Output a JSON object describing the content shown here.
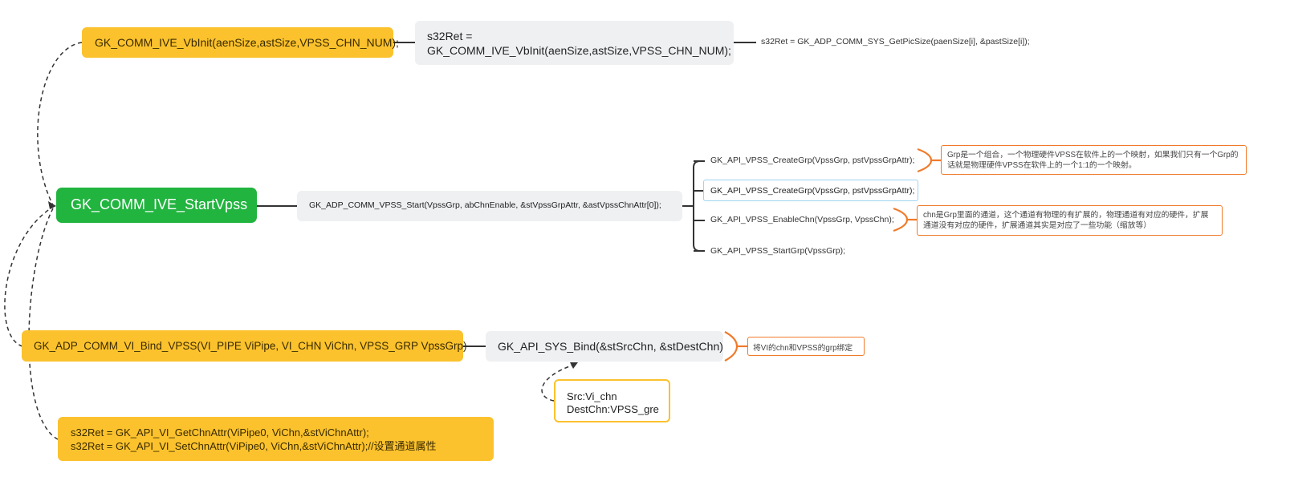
{
  "nodes": {
    "vbinit": "GK_COMM_IVE_VbInit(aenSize,astSize,VPSS_CHN_NUM);",
    "s32ret_vbinit": "s32Ret =\nGK_COMM_IVE_VbInit(aenSize,astSize,VPSS_CHN_NUM);",
    "getpicsize": "s32Ret = GK_ADP_COMM_SYS_GetPicSize(paenSize[i], &pastSize[i]);",
    "startvpss": "GK_COMM_IVE_StartVpss",
    "vpss_start": "GK_ADP_COMM_VPSS_Start(VpssGrp, abChnEnable, &stVpssGrpAttr, &astVpssChnAttr[0]);",
    "creategrp_1": "GK_API_VPSS_CreateGrp(VpssGrp, pstVpssGrpAttr);",
    "creategrp_2": "GK_API_VPSS_CreateGrp(VpssGrp, pstVpssGrpAttr);",
    "enablechn": "GK_API_VPSS_EnableChn(VpssGrp, VpssChn);",
    "startgrp": "GK_API_VPSS_StartGrp(VpssGrp);",
    "vi_bind_vpss": "GK_ADP_COMM_VI_Bind_VPSS(VI_PIPE ViPipe, VI_CHN ViChn, VPSS_GRP VpssGrp)",
    "sys_bind": "GK_API_SYS_Bind(&stSrcChn, &stDestChn)",
    "src_dest": "Src:Vi_chn\nDestChn:VPSS_gre",
    "chn_attr": "s32Ret = GK_API_VI_GetChnAttr(ViPipe0, ViChn,&stViChnAttr);\ns32Ret = GK_API_VI_SetChnAttr(ViPipe0, ViChn,&stViChnAttr);//设置通道属性"
  },
  "notes": {
    "grp_note": "Grp是一个组合，一个物理硬件VPSS在软件上的一个映射，如果我们只有一个Grp的话就是物理硬件VPSS在软件上的一个1:1的一个映射。",
    "chn_note": "chn是Grp里面的通道，这个通道有物理的有扩展的，物理通道有对应的硬件，扩展通道没有对应的硬件，扩展通道其实是对应了一些功能（缩放等）",
    "bind_note": "将VI的chn和VPSS的grp绑定"
  },
  "colors": {
    "orange_topic": "#fbc22d",
    "central_topic": "#21b43f",
    "subtopic_bg": "#eef0f2",
    "note_border": "#f07a2a",
    "connector": "#333333"
  }
}
